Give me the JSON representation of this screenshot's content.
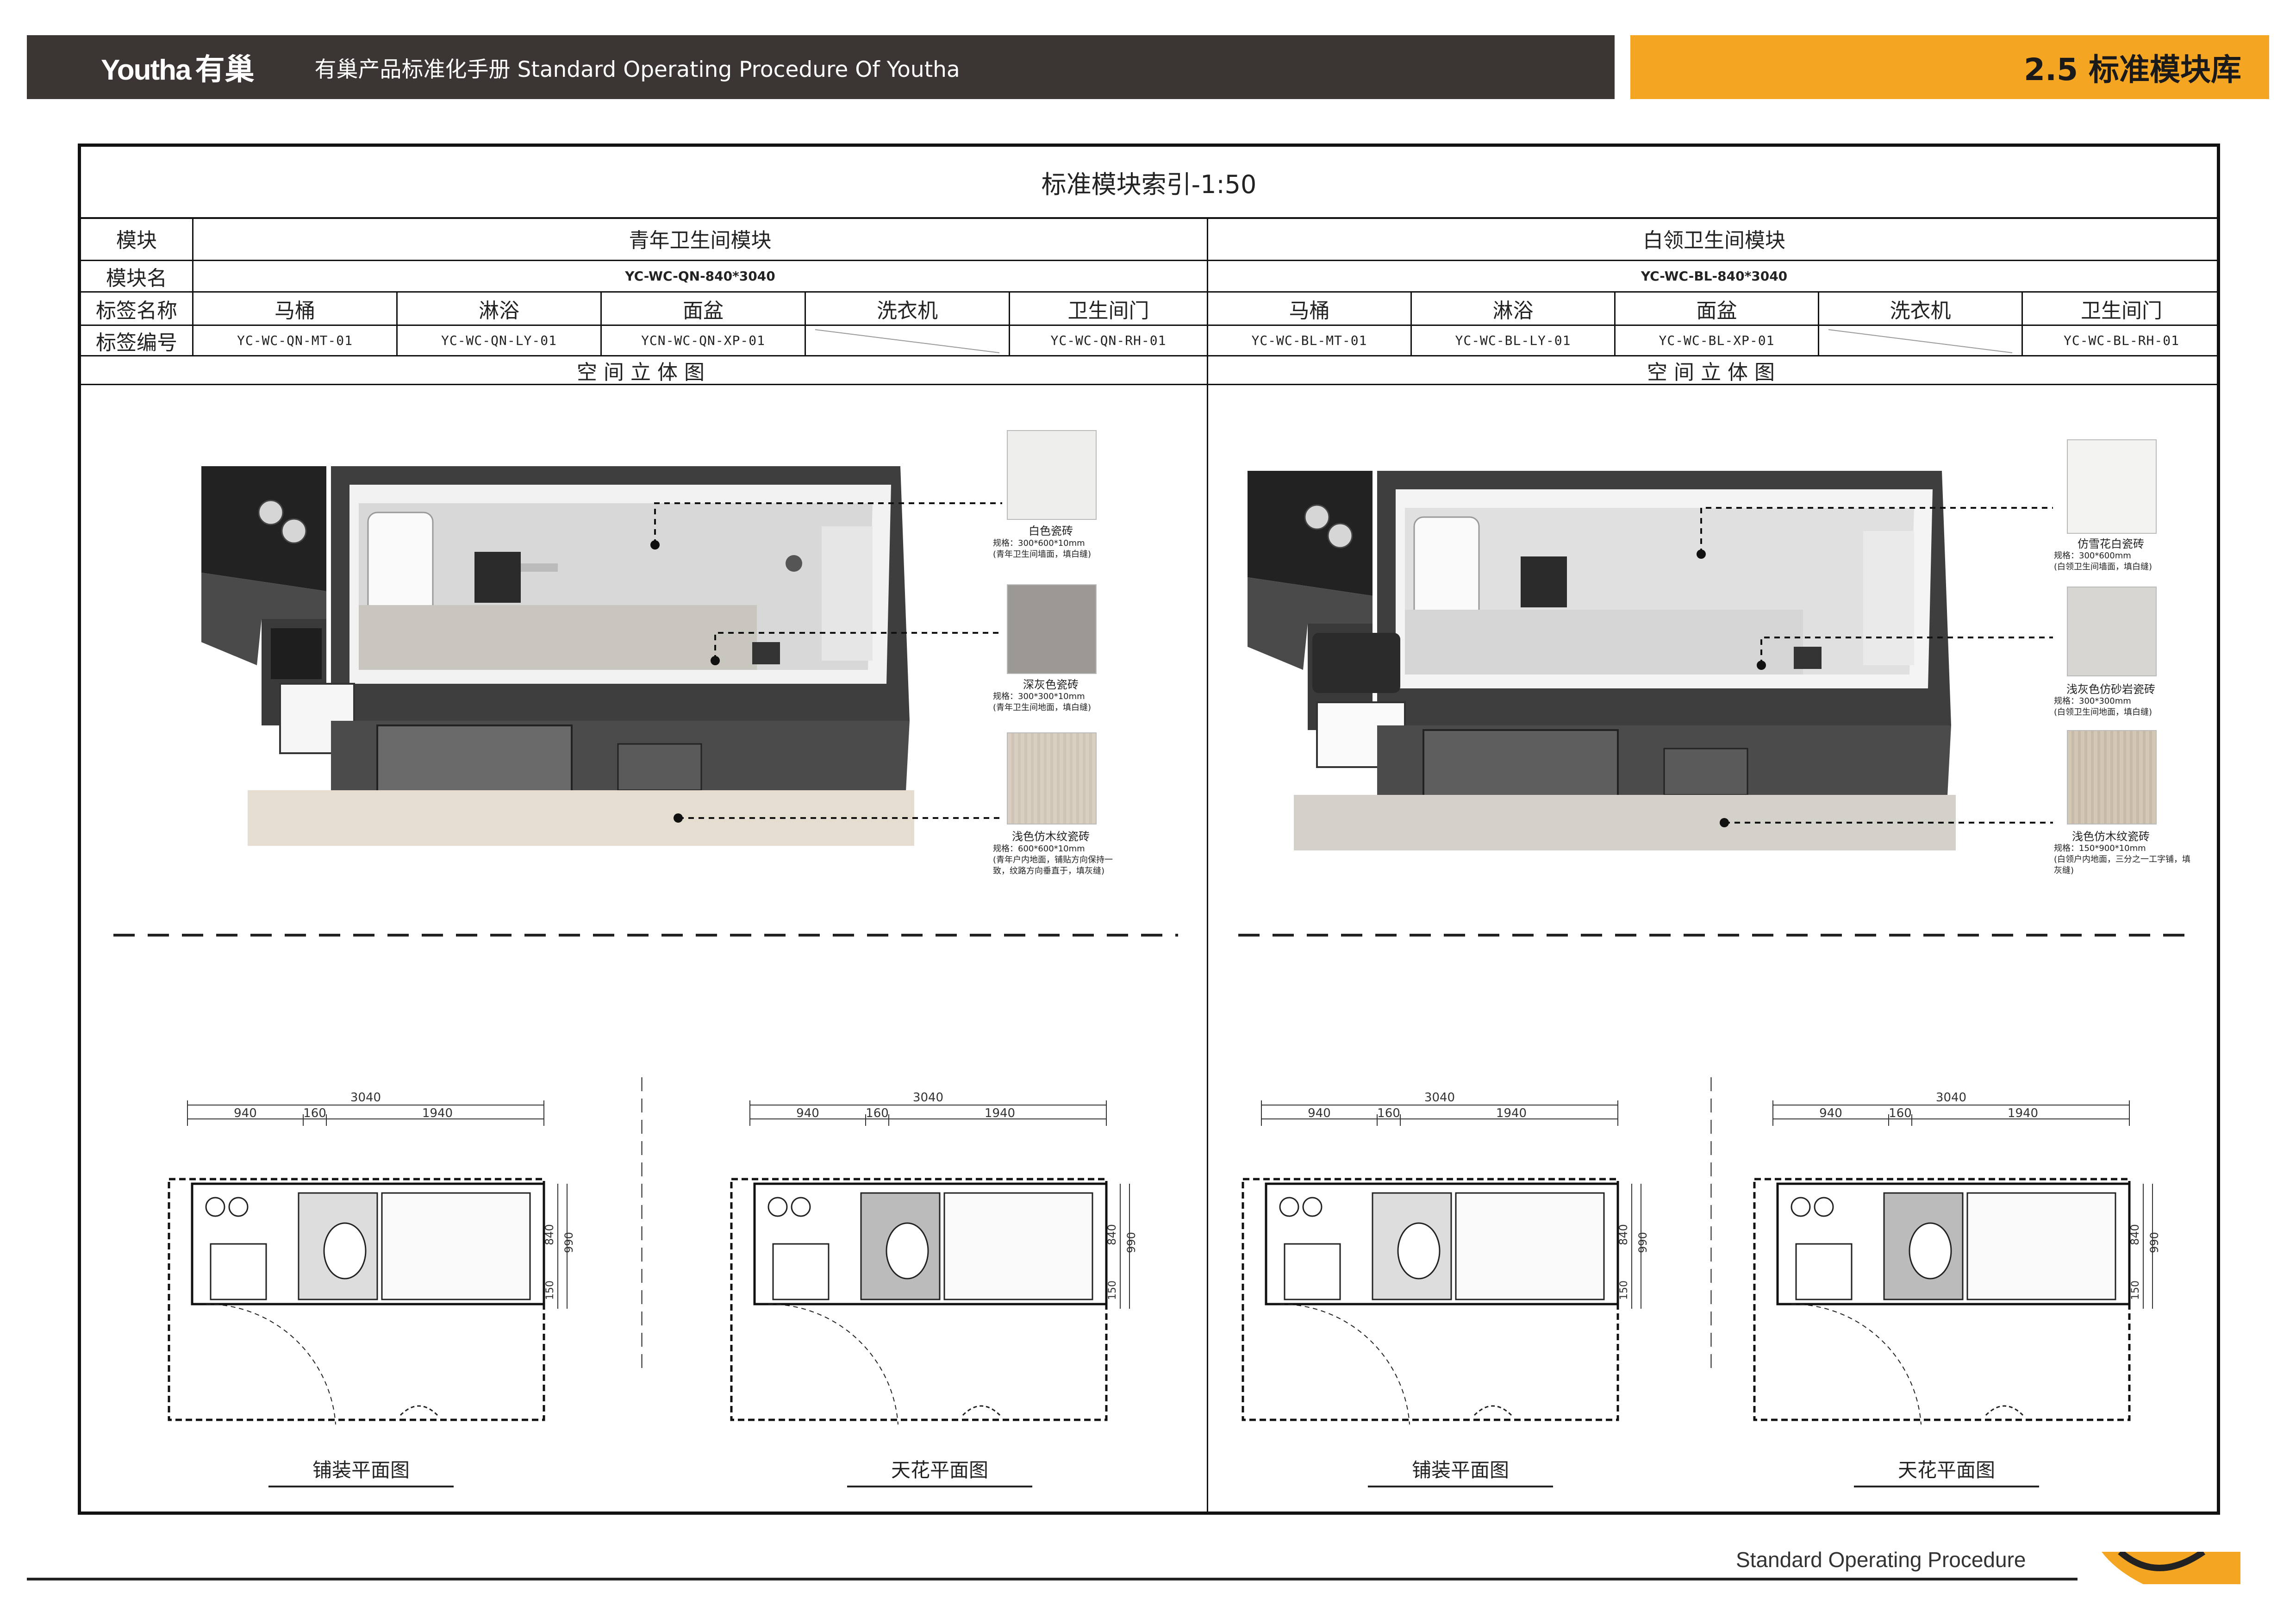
{
  "header": {
    "logo_latin": "Youtha",
    "logo_cn": "有巢",
    "title": "有巢产品标准化手册 Standard Operating Procedure Of Youtha",
    "section": "2.5 标准模块库",
    "colors": {
      "dark": "#3b3533",
      "accent": "#f4a623"
    }
  },
  "table": {
    "title": "标准模块索引-1:50",
    "row_labels": [
      "模块",
      "模块名",
      "标签名称",
      "标签编号"
    ],
    "section_label": "空间立体图",
    "modules": [
      {
        "name": "青年卫生间模块",
        "code": "YC-WC-QN-840*3040",
        "tags": [
          {
            "name": "马桶",
            "code": "YC-WC-QN-MT-01"
          },
          {
            "name": "淋浴",
            "code": "YC-WC-QN-LY-01"
          },
          {
            "name": "面盆",
            "code": "YCN-WC-QN-XP-01"
          },
          {
            "name": "洗衣机",
            "code": ""
          },
          {
            "name": "卫生间门",
            "code": "YC-WC-QN-RH-01"
          }
        ]
      },
      {
        "name": "白领卫生间模块",
        "code": "YC-WC-BL-840*3040",
        "tags": [
          {
            "name": "马桶",
            "code": "YC-WC-BL-MT-01"
          },
          {
            "name": "淋浴",
            "code": "YC-WC-BL-LY-01"
          },
          {
            "name": "面盆",
            "code": "YC-WC-BL-XP-01"
          },
          {
            "name": "洗衣机",
            "code": ""
          },
          {
            "name": "卫生间门",
            "code": "YC-WC-BL-RH-01"
          }
        ]
      }
    ]
  },
  "materials_left": [
    {
      "name": "白色瓷砖",
      "spec": "规格：300*600*10mm",
      "note": "(青年卫生间墙面，填白缝)"
    },
    {
      "name": "深灰色瓷砖",
      "spec": "规格：300*300*10mm",
      "note": "(青年卫生间地面，填白缝)"
    },
    {
      "name": "浅色仿木纹瓷砖",
      "spec": "规格：600*600*10mm",
      "note": "(青年户内地面，铺贴方向保持一致，纹路方向垂直于，填灰缝)"
    }
  ],
  "materials_right": [
    {
      "name": "仿雪花白瓷砖",
      "spec": "规格：300*600mm",
      "note": "(白领卫生间墙面，填白缝)"
    },
    {
      "name": "浅灰色仿砂岩瓷砖",
      "spec": "规格：300*300mm",
      "note": "(白领卫生间地面，填白缝)"
    },
    {
      "name": "浅色仿木纹瓷砖",
      "spec": "规格：150*900*10mm",
      "note": "(白领户内地面，三分之一工字铺，填灰缝)"
    }
  ],
  "plans": {
    "dims": {
      "total": "3040",
      "a": "940",
      "b": "160",
      "c": "1940",
      "h1": "840",
      "h2": "990",
      "h3": "150"
    },
    "labels": [
      "铺装平面图",
      "天花平面图",
      "铺装平面图",
      "天花平面图"
    ]
  },
  "footer": {
    "text": "Standard Operating Procedure"
  }
}
